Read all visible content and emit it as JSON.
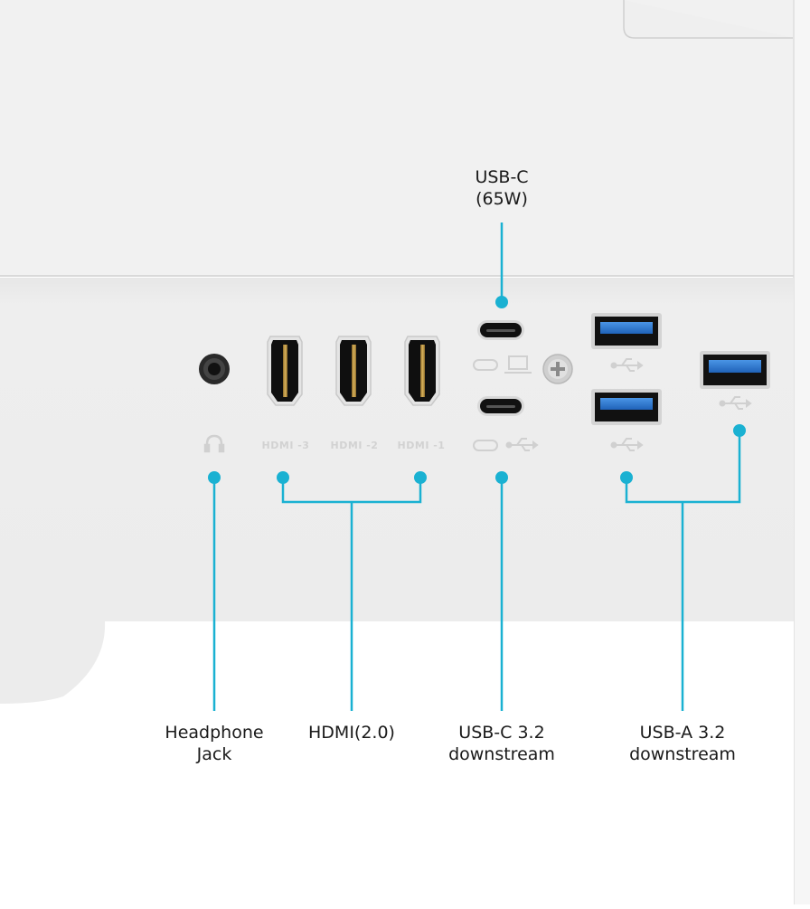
{
  "callouts": {
    "usb_c_power": {
      "line1": "USB-C",
      "line2": "(65W)"
    },
    "headphone": {
      "line1": "Headphone",
      "line2": "Jack"
    },
    "hdmi": {
      "line1": "HDMI(2.0)"
    },
    "usb_c_down": {
      "line1": "USB-C 3.2",
      "line2": "downstream"
    },
    "usb_a_down": {
      "line1": "USB-A 3.2",
      "line2": "downstream"
    }
  },
  "port_labels": {
    "hdmi3": "HDMI -3",
    "hdmi2": "HDMI -2",
    "hdmi1": "HDMI -1"
  },
  "colors": {
    "accent": "#1ab1d2",
    "panel": "#ededed",
    "panel_upper": "#f1f1f1",
    "usb3_blue": "#2f7fd9",
    "port_black": "#111111"
  },
  "icons": [
    "headphone-icon",
    "laptop-icon",
    "usb-symbol-icon",
    "usb-c-outline-icon",
    "screw-icon"
  ]
}
